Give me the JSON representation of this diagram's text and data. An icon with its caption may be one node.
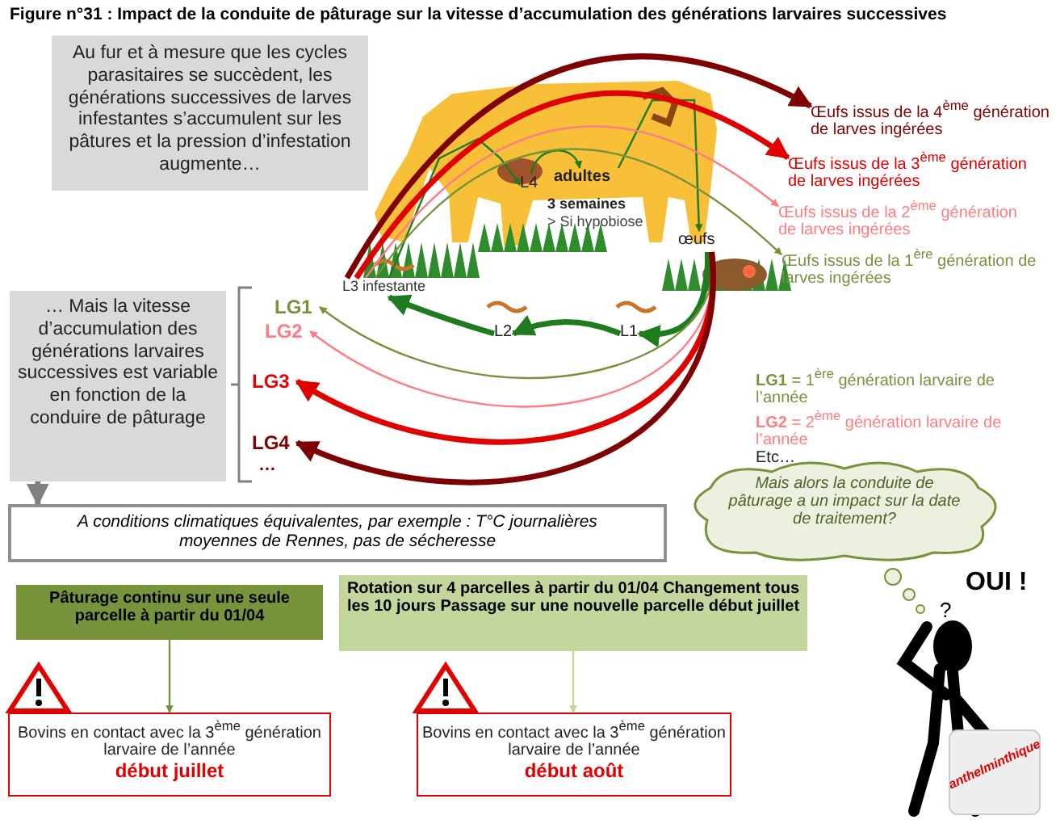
{
  "diagram": {
    "title": "Figure n°31 : Impact de la conduite de pâturage sur la vitesse d’accumulation des générations larvaires successives",
    "nodes": [
      {
        "text": [
          "Au fur et à mesure que les cycles parasitaires se succèdent, les générations successives de larves infestantes s’accumulent sur les pâtures et la pression d’infestation augmente…"
        ]
      },
      {
        "text": [
          "… Mais la vitesse d’accumulation des générations larvaires successives est variable en fonction de la conduire de pâturage"
        ]
      },
      {
        "text": [
          "A conditions climatiques équivalentes, par exemple : T°C journalières moyennes de Rennes, pas de sécheresse"
        ]
      },
      {
        "text": [
          "Mais alors la conduite de pâturage a un impact sur la date de traitement?"
        ]
      },
      {
        "text": [
          "Pâturage continu sur une seule parcelle à partir du 01/04"
        ]
      },
      {
        "text": [
          "Rotation sur 4 parcelles à partir du 01/04 Changement tous les 10 jours Passage sur une nouvelle parcelle début juillet"
        ]
      },
      {
        "text": [
          "Bovins en contact avec la 3$^{ème}$ génération larvaire de l’année",
          "début juillet"
        ]
      },
      {
        "text": [
          "Bovins en contact avec la 3$^{ème}$ génération larvaire de l’année",
          "début août"
        ]
      },
      {
        "text": [
          "L4"
        ]
      },
      {
        "text": [
          "adultes"
        ],
        "beside": [
          "3 semaines",
          "> Si hypobiose"
        ]
      },
      {
        "text": [
          "œufs"
        ]
      },
      {
        "text": [
          "L1"
        ]
      },
      {
        "text": [
          "L2"
        ]
      },
      {
        "text": [
          "L3 infestante"
        ]
      },
      {
        "text": [
          "LG1"
        ]
      },
      {
        "text": [
          "LG2"
        ]
      },
      {
        "text": [
          "LG3"
        ]
      },
      {
        "text": [
          "LG4"
        ]
      },
      {
        "text": [
          "Œufs issus de la 4$^{ème}$ génération de larves ingérées"
        ]
      },
      {
        "text": [
          "Œufs issus de la 3$^{ème}$ génération de larves ingérées"
        ]
      },
      {
        "text": [
          "Œufs issus de la 2$^{ème}$ génération de larves ingérées"
        ]
      },
      {
        "text": [
          "Œufs issus de la 1$^{ère}$ génération de larves ingérées"
        ]
      }
    ],
    "edges": [
      {
        "from": 1,
        "to": 2,
        "arrow": "to",
        "style": "thick",
        "color": "#808080"
      },
      {
        "from": 4,
        "to": 6,
        "arrow": "to",
        "color": "#77933c"
      },
      {
        "from": 5,
        "to": 7,
        "arrow": "to",
        "color": "#c3d69b"
      },
      {
        "from": 13,
        "to": 8,
        "arrow": "to",
        "color": "#1e7b1e"
      },
      {
        "from": 8,
        "to": 9,
        "arrow": "to",
        "color": "#1e7b1e"
      },
      {
        "from": 9,
        "to": 10,
        "arrow": "to",
        "color": "#1e7b1e"
      },
      {
        "from": 10,
        "to": 11,
        "arrow": "to",
        "style": "thick",
        "color": "#1e7b1e"
      },
      {
        "from": 11,
        "to": 12,
        "arrow": "to",
        "style": "thick",
        "color": "#1e7b1e"
      },
      {
        "from": 12,
        "to": 13,
        "arrow": "to",
        "style": "thick",
        "color": "#1e7b1e"
      },
      {
        "from": 13,
        "to": 21,
        "arrow": "to",
        "color": "#77933c"
      },
      {
        "from": 13,
        "to": 20,
        "arrow": "to",
        "color": "#ff7c80"
      },
      {
        "from": 13,
        "to": 19,
        "arrow": "to",
        "style": "thick",
        "color": "#e00000"
      },
      {
        "from": 13,
        "to": 18,
        "arrow": "to",
        "style": "thick",
        "color": "#7f0000"
      },
      {
        "from": 10,
        "to": 14,
        "arrow": "to",
        "color": "#77933c"
      },
      {
        "from": 10,
        "to": 15,
        "arrow": "to",
        "color": "#ff7c80"
      },
      {
        "from": 10,
        "to": 16,
        "arrow": "to",
        "style": "thick",
        "color": "#e00000"
      },
      {
        "from": 10,
        "to": 17,
        "arrow": "to",
        "style": "thick",
        "color": "#7f0000"
      }
    ],
    "labels": [
      "…",
      "**LG1** = 1$^{ère}$ génération larvaire de l’année",
      "**LG2** = 2$^{ème}$ génération larvaire de l’année",
      "Etc…",
      "OUI !",
      "?",
      "anthelminthique"
    ]
  }
}
